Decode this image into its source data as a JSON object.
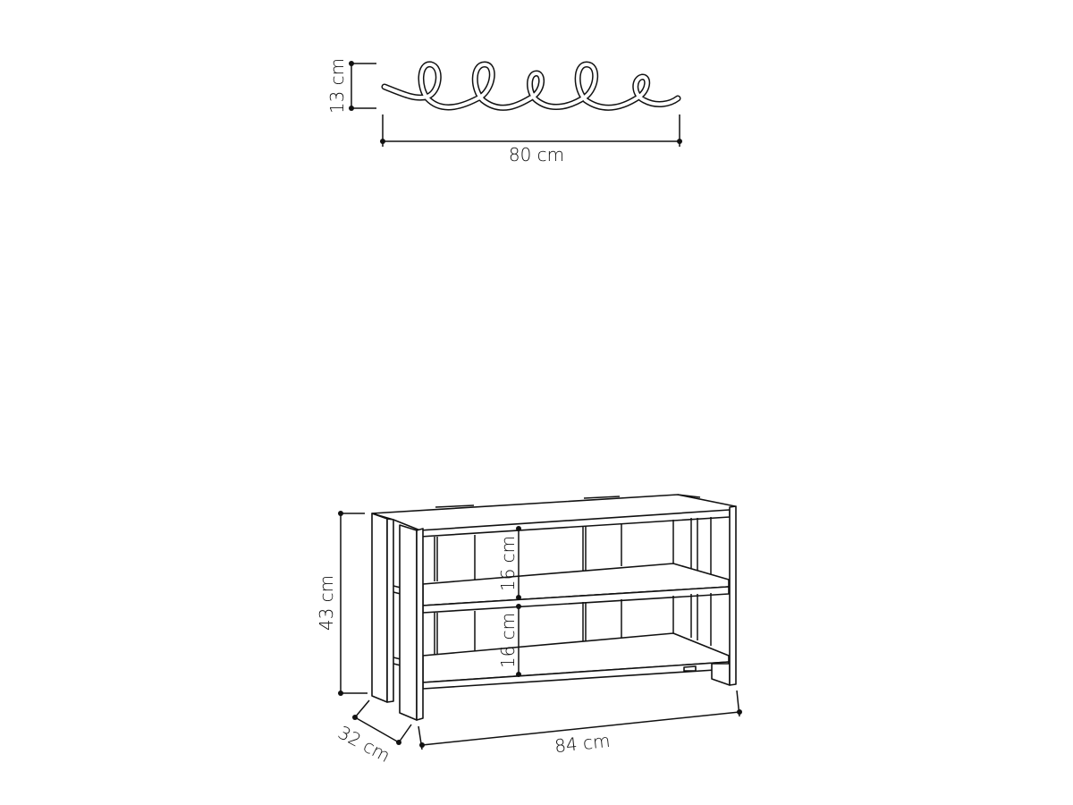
{
  "hook": {
    "height_label": "13 cm",
    "width_label": "80 cm"
  },
  "bench": {
    "height_label": "43 cm",
    "depth_label": "32 cm",
    "width_label": "84 cm",
    "upper_shelf_gap_label": "16 cm",
    "lower_shelf_gap_label": "16 cm"
  },
  "colors": {
    "line": "#111111",
    "background": "#ffffff"
  }
}
